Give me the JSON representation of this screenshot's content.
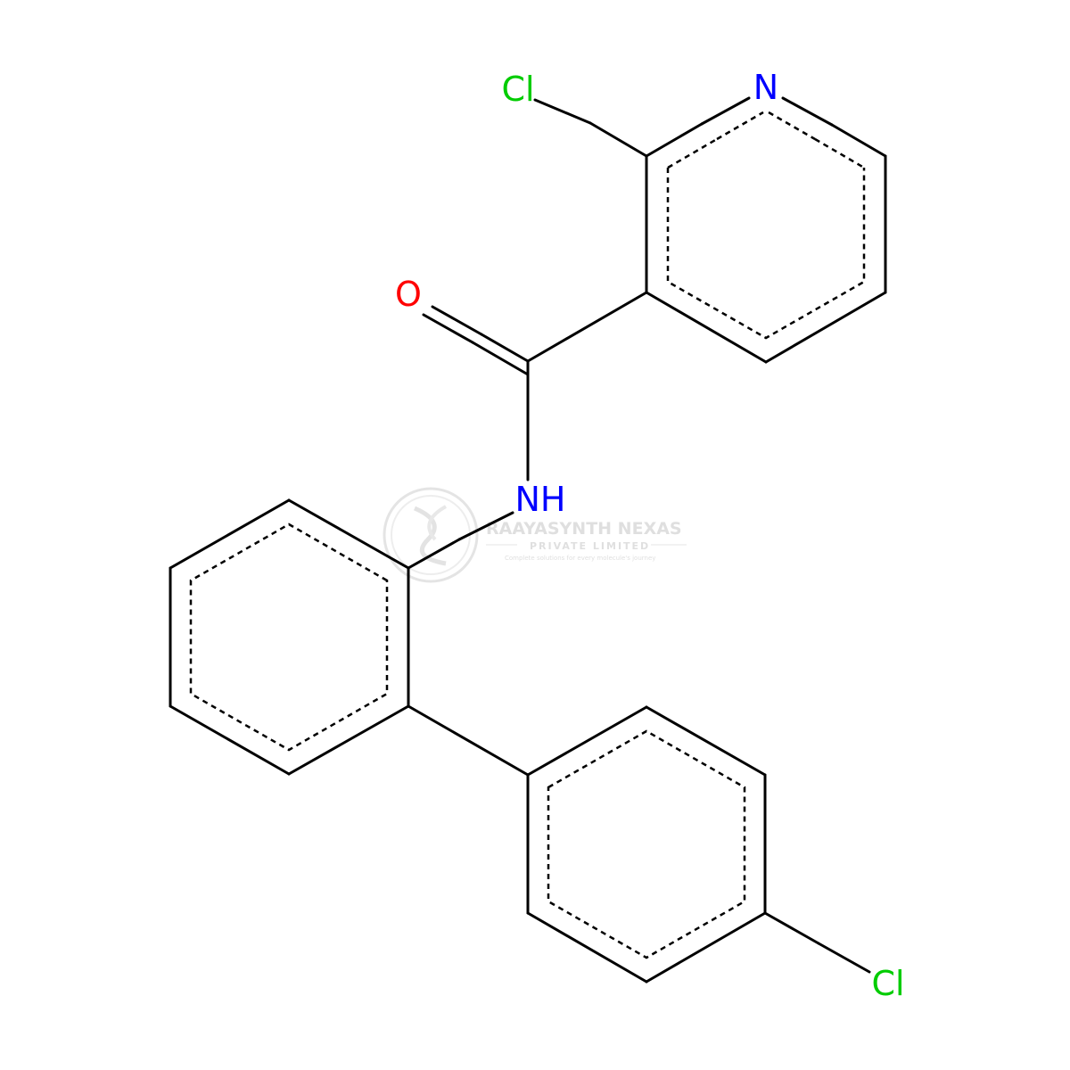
{
  "molecule": {
    "atom_labels": {
      "cl_top": "Cl",
      "n_pyridine": "N",
      "o_carbonyl": "O",
      "nh_amide": "NH",
      "cl_bottom": "Cl"
    },
    "colors": {
      "bond": "#000000",
      "nitrogen": "#0000ff",
      "oxygen": "#ff0000",
      "chlorine": "#00cc00"
    }
  },
  "watermark": {
    "company": "RAAYASYNTH NEXAS",
    "subtitle": "PRIVATE LIMITED",
    "tagline": "Complete solutions for every molecule's journey",
    "color": "#dcdcdc"
  }
}
